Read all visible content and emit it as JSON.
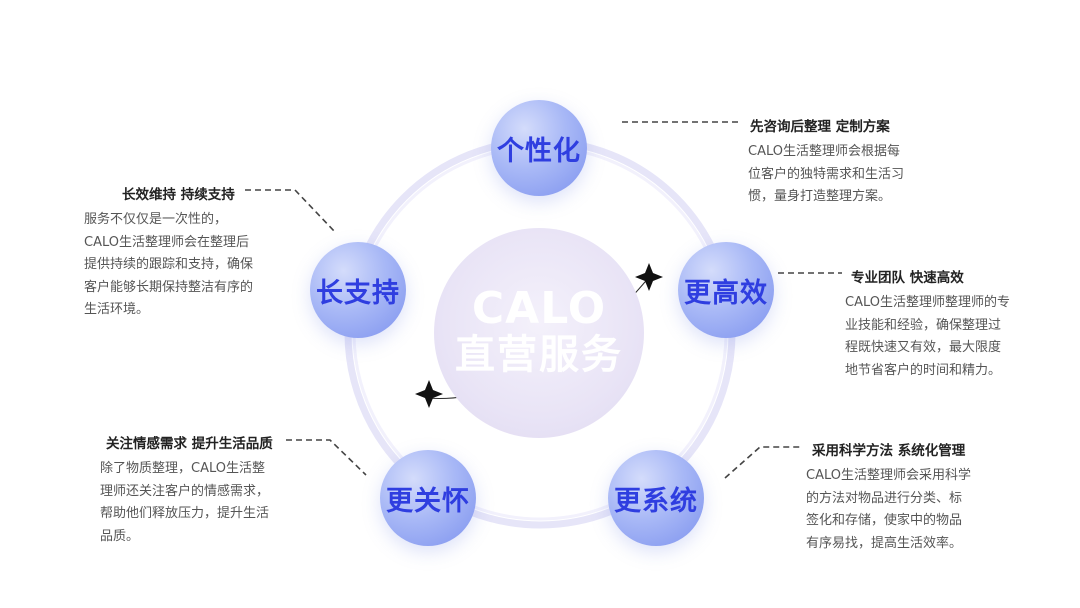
{
  "center": {
    "line1": "CALO",
    "line2": "直营服务"
  },
  "nodes": {
    "top": {
      "label": "个性化"
    },
    "right": {
      "label": "更高效"
    },
    "bright": {
      "label": "更系统"
    },
    "bleft": {
      "label": "更关怀"
    },
    "left": {
      "label": "长支持"
    }
  },
  "annotations": {
    "top": {
      "title": "先咨询后整理  定制方案",
      "lines": [
        "CALO生活整理师会根据每",
        "位客户的独特需求和生活习",
        "惯，量身打造整理方案。"
      ]
    },
    "right": {
      "title": "专业团队  快速高效",
      "lines": [
        "CALO生活整理师整理师的专",
        "业技能和经验，确保整理过",
        "程既快速又有效，最大限度",
        "地节省客户的时间和精力。"
      ]
    },
    "bright": {
      "title": "采用科学方法  系统化管理",
      "lines": [
        "CALO生活整理师会采用科学",
        "的方法对物品进行分类、标",
        "签化和存储，使家中的物品",
        "有序易找，提高生活效率。"
      ]
    },
    "bleft": {
      "title": "关注情感需求  提升生活品质",
      "lines": [
        "除了物质整理，CALO生活整",
        "理师还关注客户的情感需求，",
        "帮助他们释放压力，提升生活",
        "品质。"
      ]
    },
    "left": {
      "title": "长效维持  持续支持",
      "lines": [
        "服务不仅仅是一次性的，",
        "CALO生活整理师会在整理后",
        "提供持续的跟踪和支持，确保",
        "客户能够长期保持整洁有序的",
        "生活环境。"
      ]
    }
  },
  "colors": {
    "accent": "#2f3ee0",
    "ring": "#e4e4f8"
  }
}
